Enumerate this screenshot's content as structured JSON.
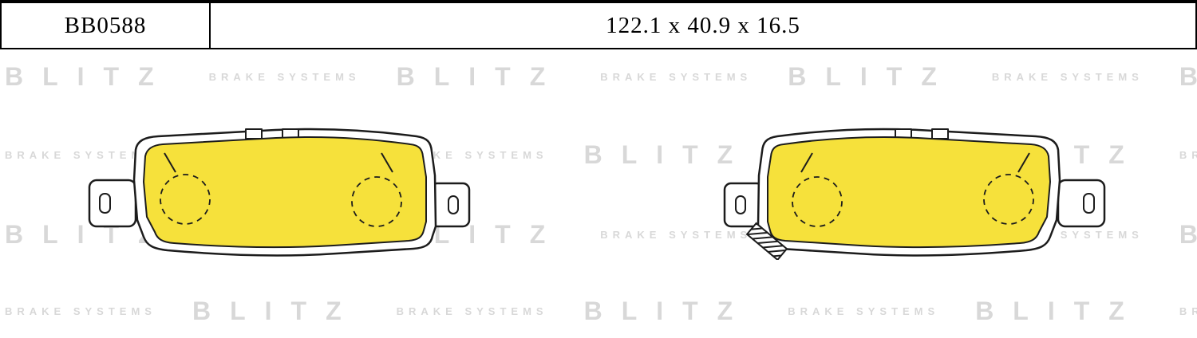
{
  "header": {
    "part_number": "BB0588",
    "dimensions": "122.1 x 40.9 x 16.5"
  },
  "watermark": {
    "brand": "BLITZ",
    "tagline": "BRAKE SYSTEMS",
    "color": "#d8d8d8",
    "row_count": 4,
    "items_per_row": 8
  },
  "drawing": {
    "pad_fill_color": "#f6e13b",
    "outline_color": "#1c1c1c"
  }
}
